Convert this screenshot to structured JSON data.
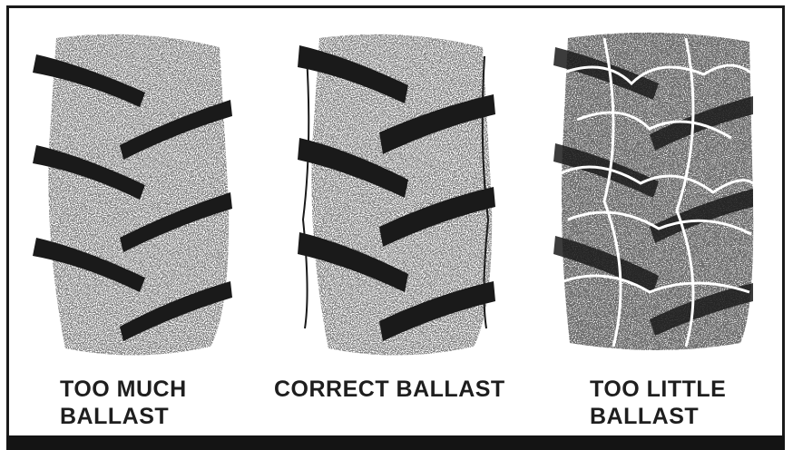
{
  "panels": [
    {
      "id": "too-much",
      "label_line1": "TOO MUCH",
      "label_line2": "BALLAST"
    },
    {
      "id": "correct",
      "label_line1": "CORRECT BALLAST",
      "label_line2": ""
    },
    {
      "id": "too-little",
      "label_line1": "TOO LITTLE",
      "label_line2": "BALLAST"
    }
  ],
  "colors": {
    "ink": "#1a1a1a",
    "paper": "#ffffff",
    "speckle": "#555555"
  }
}
